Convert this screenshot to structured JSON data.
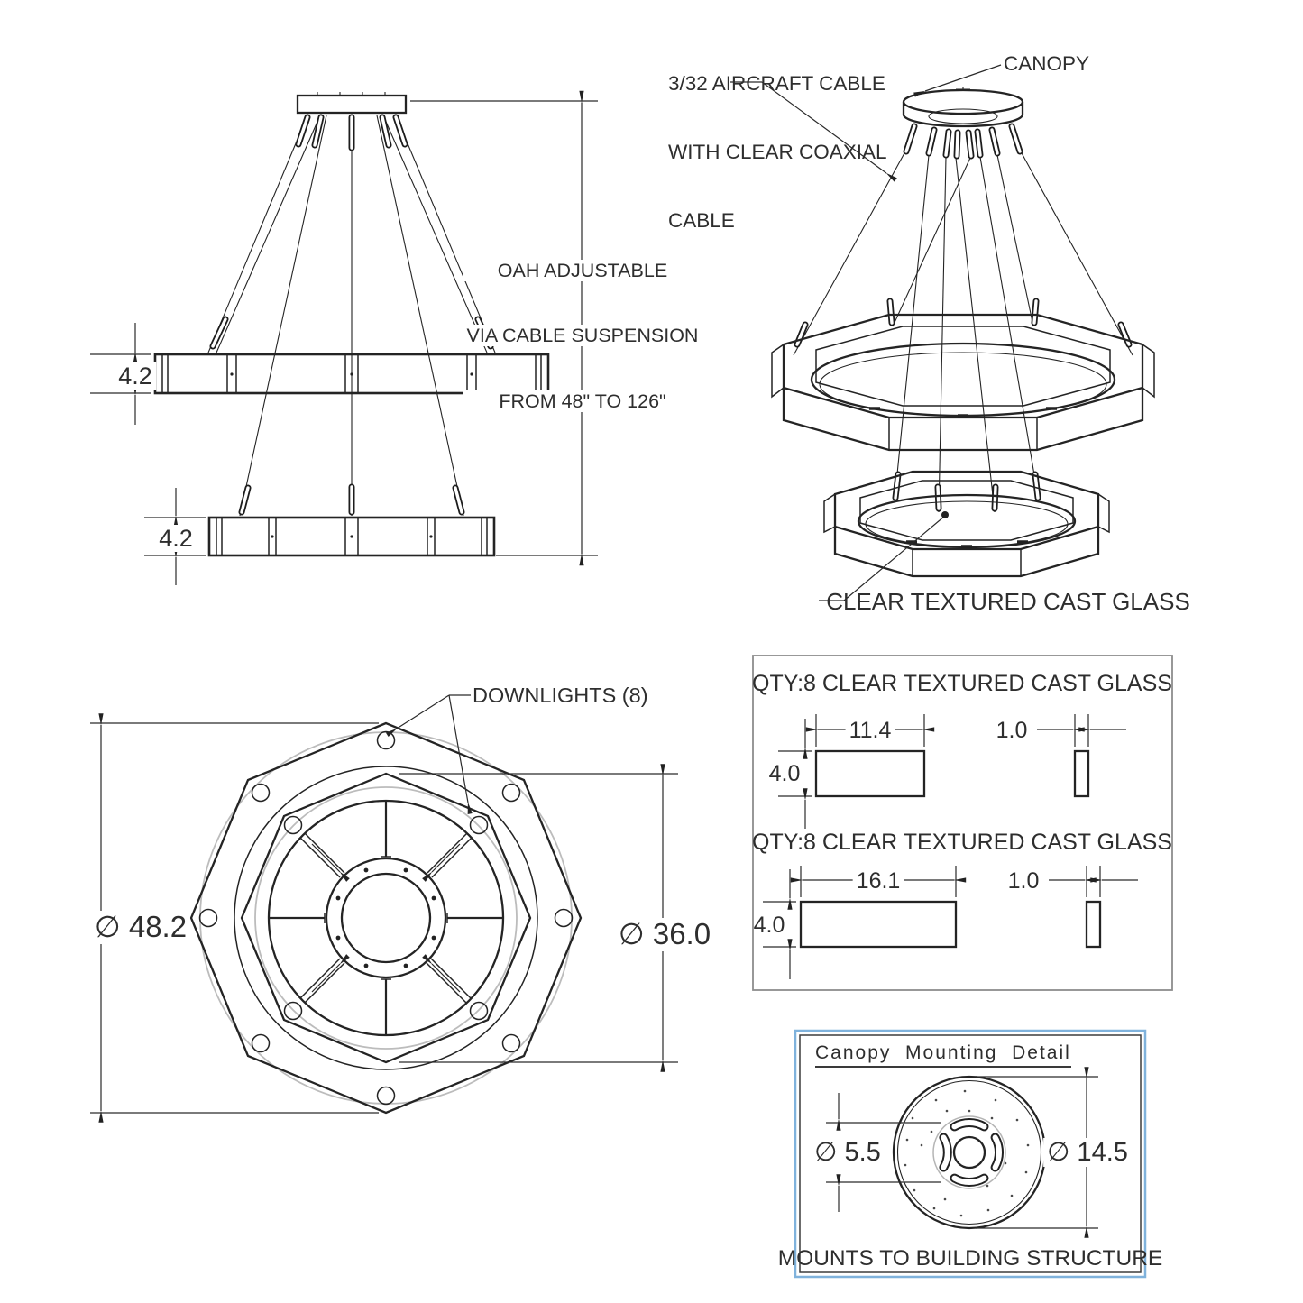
{
  "front_elevation": {
    "oah_note": {
      "line1": "OAH ADJUSTABLE",
      "line2": "VIA CABLE SUSPENSION",
      "line3": "FROM 48\" TO 126\""
    },
    "upper_ring_height": "4.2",
    "lower_ring_height": "4.2"
  },
  "perspective_view": {
    "cable_label": {
      "line1": "3/32 AIRCRAFT CABLE",
      "line2": "WITH CLEAR COAXIAL",
      "line3": "CABLE"
    },
    "canopy_label": "CANOPY",
    "glass_label": "CLEAR TEXTURED CAST GLASS"
  },
  "plan_view": {
    "downlights_label": "DOWNLIGHTS (8)",
    "outer_diameter": "∅ 48.2",
    "inner_diameter": "∅ 36.0"
  },
  "glass_panels": {
    "section1": {
      "title": "QTY:8 CLEAR TEXTURED CAST GLASS",
      "width_dim": "11.4",
      "height_dim": "4.0",
      "thickness_dim": "1.0"
    },
    "section2": {
      "title": "QTY:8 CLEAR TEXTURED CAST GLASS",
      "width_dim": "16.1",
      "height_dim": "4.0",
      "thickness_dim": "1.0"
    }
  },
  "canopy_detail": {
    "title": "Canopy  Mounting  Detail",
    "bolt_circle_diameter": "∅ 5.5",
    "canopy_diameter": "∅ 14.5",
    "footer": "MOUNTS TO BUILDING STRUCTURE"
  }
}
